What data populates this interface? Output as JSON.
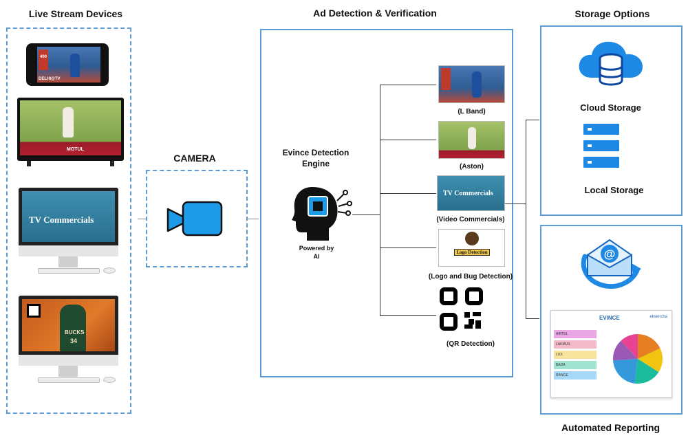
{
  "headings": {
    "live_stream_devices": "Live Stream Devices",
    "ad_detection": "Ad Detection & Verification",
    "storage_options": "Storage Options",
    "camera": "CAMERA",
    "automated_reporting": "Automated Reporting"
  },
  "devices": {
    "phone_badge": "400",
    "phone_brand": "DELHI@TV",
    "tv_banner": "MOTUL",
    "monitor_text": "TV Commercials",
    "monitor_jersey": "BUCKS",
    "monitor_number": "34"
  },
  "engine": {
    "title_line1": "Evince Detection",
    "title_line2": "Engine",
    "powered_line1": "Powered by",
    "powered_line2": "AI"
  },
  "outputs": [
    {
      "label": "(L Band)",
      "icon": "l-band-thumbnail"
    },
    {
      "label": "(Aston)",
      "icon": "aston-thumbnail"
    },
    {
      "label": "(Video Commercials)",
      "icon": "video-commercials-thumbnail",
      "text": "TV Commercials"
    },
    {
      "label": "(Logo and Bug Detection)",
      "icon": "logo-detection-thumbnail",
      "text": "Logo Detection"
    },
    {
      "label": "(QR Detection)",
      "icon": "qr-code-icon"
    }
  ],
  "storage": {
    "cloud_label": "Cloud Storage",
    "local_label": "Local Storage"
  },
  "report": {
    "title": "EVINCE",
    "brand": "eksencha",
    "legend": [
      "AIRTEL",
      "LAKMUS",
      "LUX",
      "BADA",
      "RANGE"
    ],
    "pie_slices": [
      {
        "color": "#e67e22",
        "value": 18
      },
      {
        "color": "#f1c40f",
        "value": 16
      },
      {
        "color": "#1abc9c",
        "value": 18
      },
      {
        "color": "#3498db",
        "value": 22
      },
      {
        "color": "#9b59b6",
        "value": 14
      },
      {
        "color": "#e84393",
        "value": 12
      }
    ],
    "legend_colors": [
      "#e9a7e6",
      "#f4b9c8",
      "#f7e39b",
      "#9fe3d0",
      "#a7d8f7"
    ]
  },
  "colors": {
    "panel_border": "#5b9bd5",
    "camera_blue": "#1e9be8",
    "cloud_blue": "#1e88e5"
  }
}
